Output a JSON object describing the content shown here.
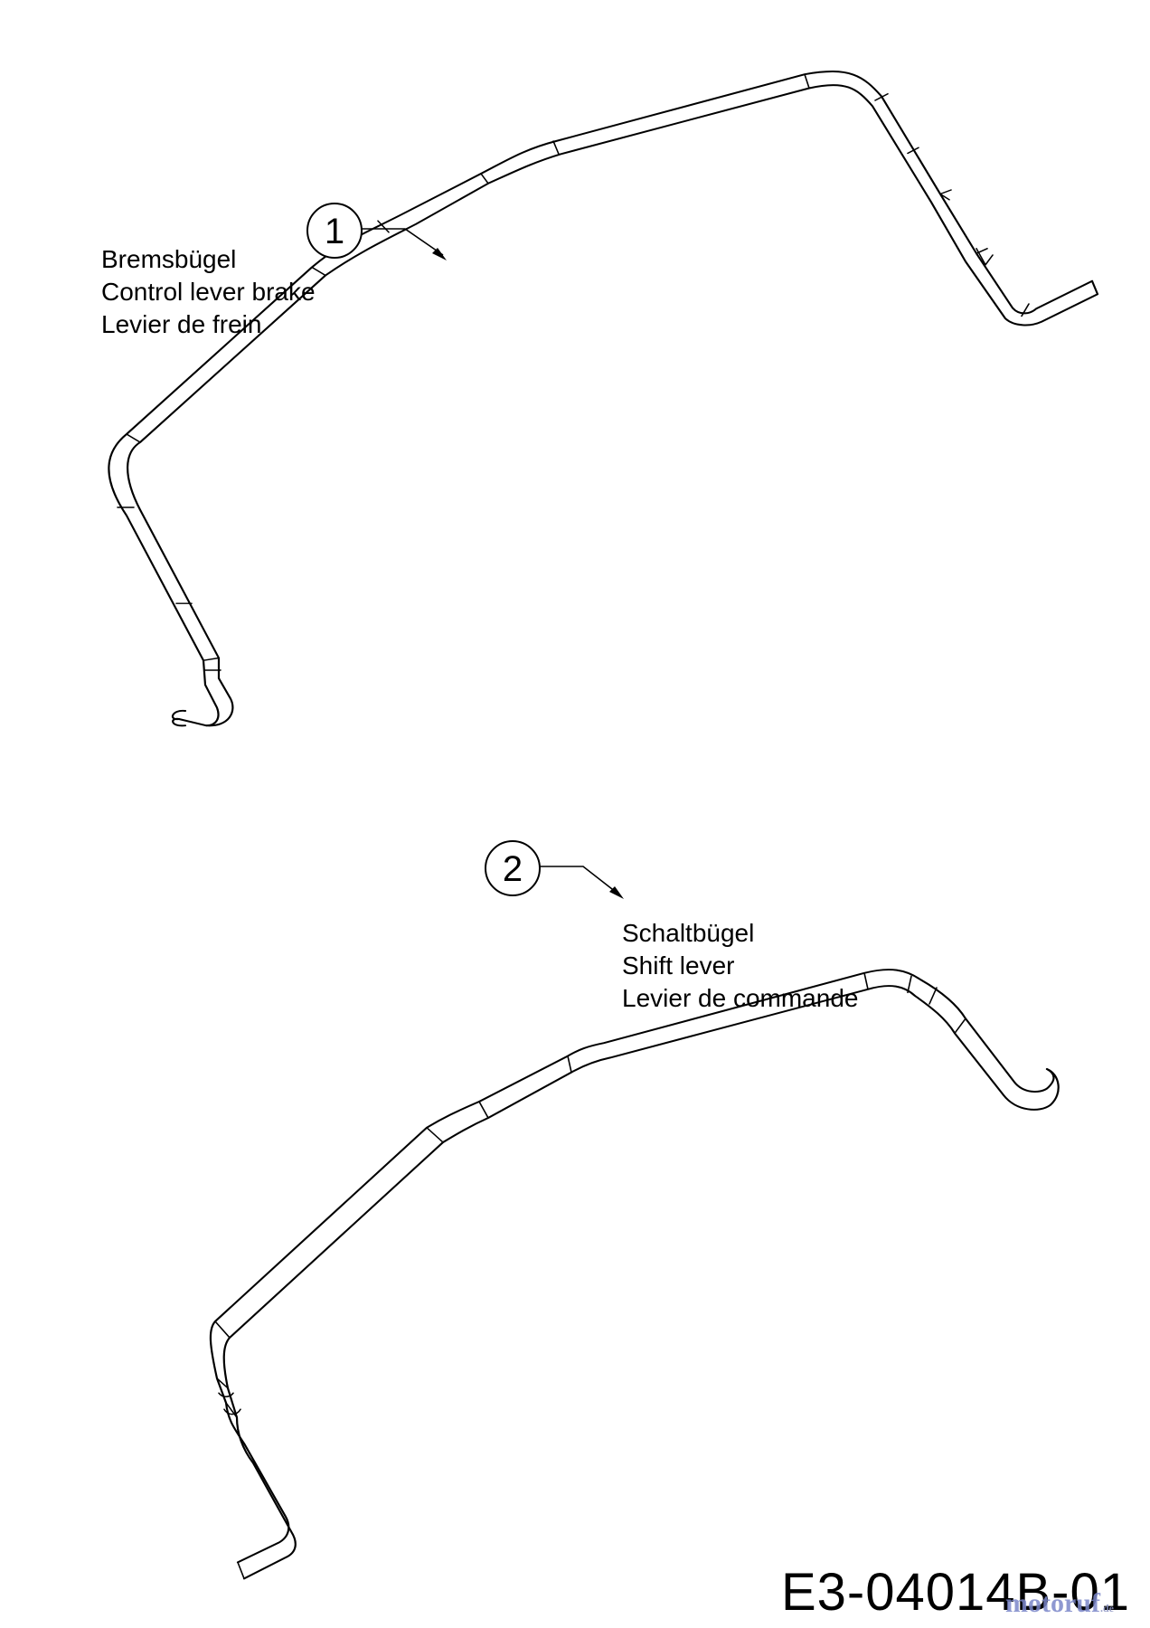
{
  "diagram": {
    "parts": [
      {
        "callout": "1",
        "names": [
          "Bremsbügel",
          "Control lever brake",
          "Levier de frein"
        ]
      },
      {
        "callout": "2",
        "names": [
          "Schaltbügel",
          "Shift lever",
          "Levier de commande"
        ]
      }
    ],
    "drawing_code": "E3-04014B-01",
    "watermark": {
      "text": "motoruf",
      "suffix": ".de"
    }
  },
  "colors": {
    "line": "#000000",
    "background": "#ffffff",
    "watermark": "#7b87c9"
  }
}
